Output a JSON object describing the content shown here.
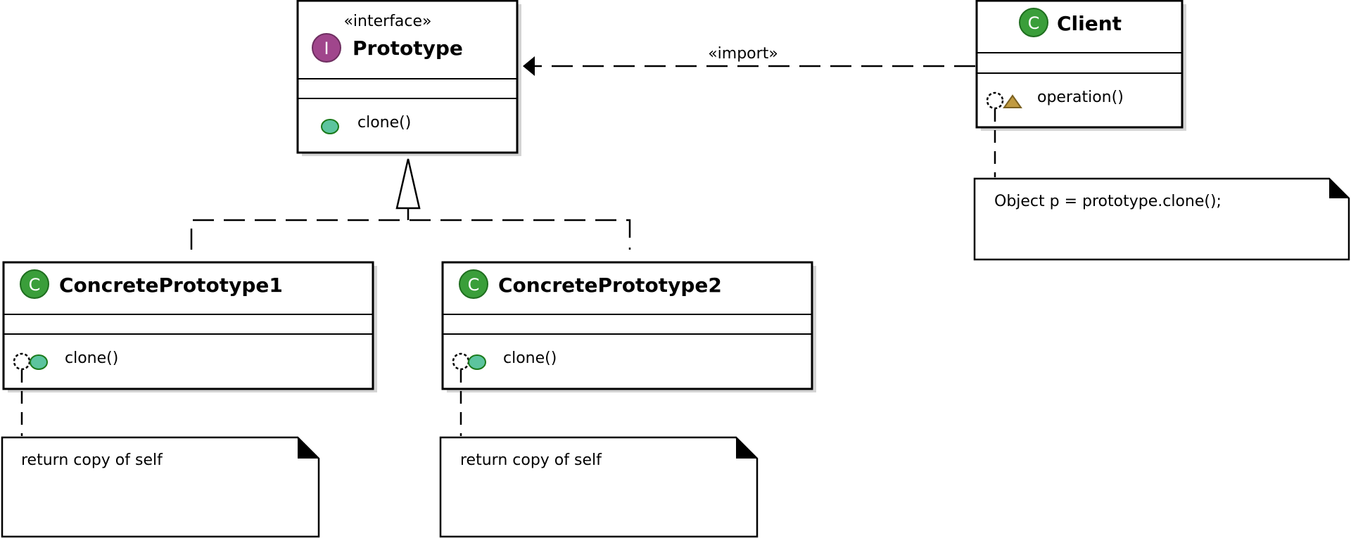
{
  "colors": {
    "class_badge": "#3a9e3a",
    "interface_badge": "#a0468c",
    "public_method": "#5cc49e",
    "protected_method": "#c09a40",
    "line": "#000000"
  },
  "prototype": {
    "stereotype": "«interface»",
    "badge": "I",
    "name": "Prototype",
    "method": "clone()"
  },
  "client": {
    "badge": "C",
    "name": "Client",
    "method": "operation()"
  },
  "concrete1": {
    "badge": "C",
    "name": "ConcretePrototype1",
    "method": "clone()"
  },
  "concrete2": {
    "badge": "C",
    "name": "ConcretePrototype2",
    "method": "clone()"
  },
  "links": {
    "import_label": "«import»"
  },
  "notes": {
    "client_note": "Object p = prototype.clone();",
    "concrete1_note": "return copy of self",
    "concrete2_note": "return copy of self"
  },
  "icons": [
    "interface-badge-icon",
    "class-badge-icon",
    "public-method-icon",
    "protected-method-icon",
    "method-anchor-icon",
    "note-corner-icon",
    "inheritance-arrow-icon",
    "dependency-arrow-icon"
  ]
}
